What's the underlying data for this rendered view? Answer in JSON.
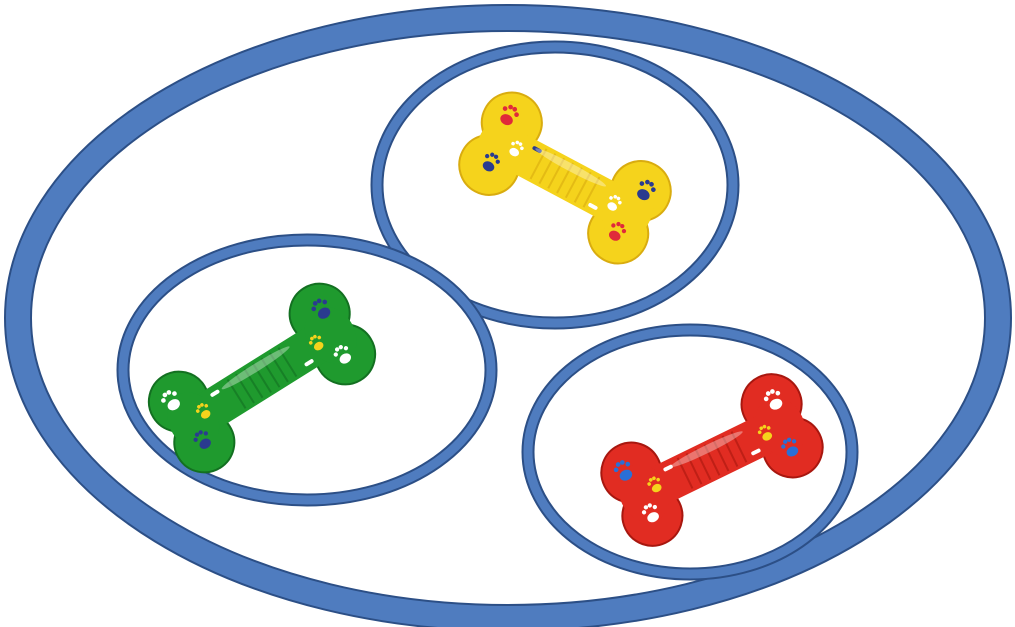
{
  "diagram": {
    "kind": "set-grouping",
    "outer_set": {
      "stroke_color": "#4f7cbf",
      "outline_color": "#2c4f86",
      "fill": "#ffffff"
    },
    "subsets": [
      {
        "id": "yellow",
        "item": "yellow-bone-toy",
        "toy_color": "#f5d31c",
        "toy_shade": "#d9ac0f",
        "paw_colors": [
          "#e0293a",
          "#2a3b8f",
          "#ffffff"
        ]
      },
      {
        "id": "green",
        "item": "green-bone-toy",
        "toy_color": "#1f9a2e",
        "toy_shade": "#137021",
        "paw_colors": [
          "#ffffff",
          "#2a3b8f",
          "#f5d31c"
        ]
      },
      {
        "id": "red",
        "item": "red-bone-toy",
        "toy_color": "#e12c22",
        "toy_shade": "#a8170f",
        "paw_colors": [
          "#2a6fd6",
          "#ffffff",
          "#f5d31c"
        ]
      }
    ]
  }
}
